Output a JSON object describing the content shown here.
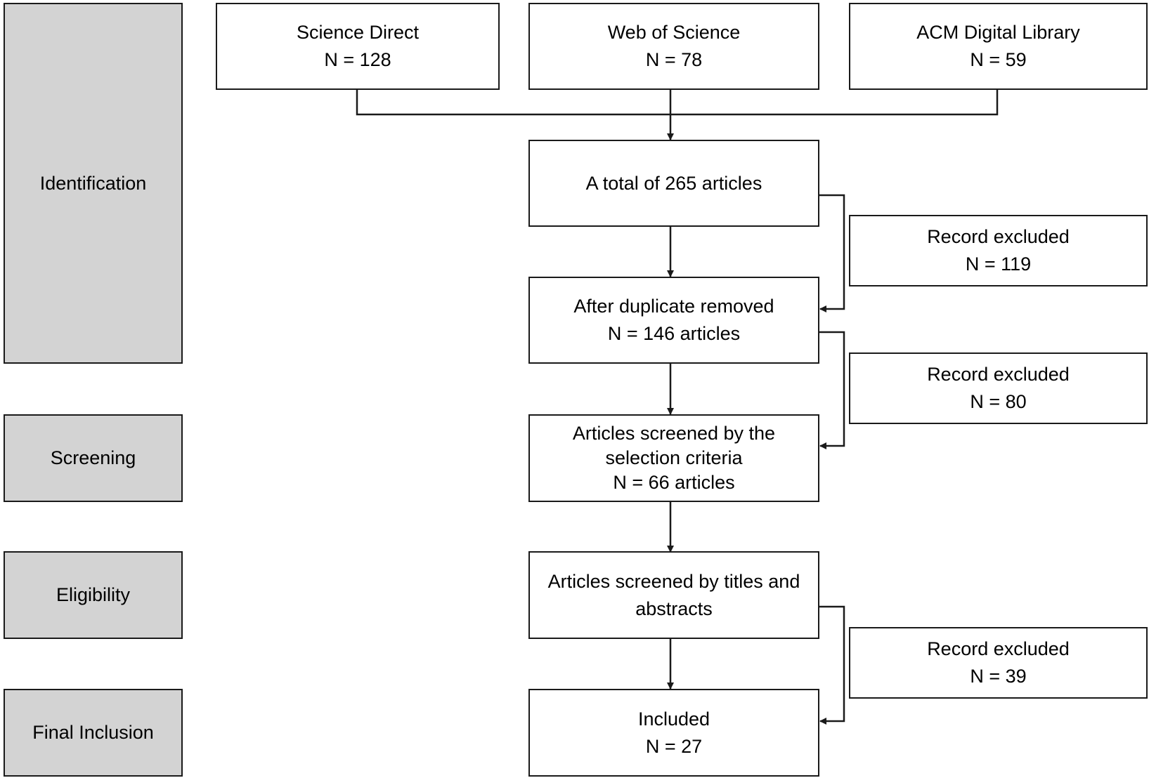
{
  "stages": {
    "identification": "Identification",
    "screening": "Screening",
    "eligibility": "Eligibility",
    "final_inclusion": "Final Inclusion"
  },
  "sources": [
    {
      "name": "Science Direct",
      "count": "N = 128"
    },
    {
      "name": "Web of Science",
      "count": "N = 78"
    },
    {
      "name": "ACM Digital Library",
      "count": "N = 59"
    }
  ],
  "flow": {
    "total": "A total of 265 articles",
    "after_duplicates": {
      "line1": "After duplicate removed",
      "line2": "N = 146 articles"
    },
    "screened_criteria": {
      "line1": "Articles screened by the",
      "line2": "selection criteria",
      "line3": "N = 66 articles"
    },
    "screened_titles": {
      "line1": "Articles screened by titles and",
      "line2": "abstracts"
    },
    "included": {
      "line1": "Included",
      "line2": "N = 27"
    }
  },
  "exclusions": [
    {
      "label": "Record excluded",
      "count": "N = 119"
    },
    {
      "label": "Record excluded",
      "count": "N = 80"
    },
    {
      "label": "Record excluded",
      "count": "N = 39"
    }
  ],
  "colors": {
    "stage_fill": "#d3d3d3",
    "box_fill": "#ffffff",
    "stroke": "#1a1a1a"
  }
}
